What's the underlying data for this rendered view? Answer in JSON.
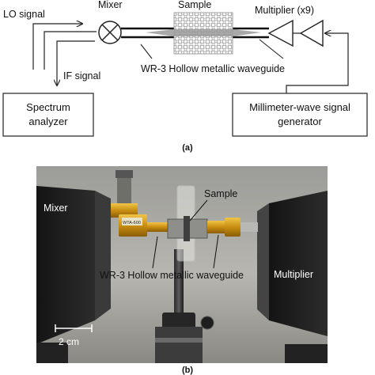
{
  "diagram": {
    "lo_signal": "LO signal",
    "mixer": "Mixer",
    "sample": "Sample",
    "multiplier": "Multiplier (x9)",
    "if_signal": "IF signal",
    "waveguide": "WR-3 Hollow metallic waveguide",
    "spectrum_analyzer": [
      "Spectrum",
      "analyzer"
    ],
    "generator": [
      "Millimeter-wave signal",
      "generator"
    ],
    "caption": "(a)"
  },
  "photo": {
    "mixer": "Mixer",
    "sample": "Sample",
    "waveguide": "WR-3 Hollow metallic waveguide",
    "multiplier": "Multiplier",
    "scale_bar": "2 cm",
    "component_label": "WTA-600",
    "caption": "(b)"
  }
}
